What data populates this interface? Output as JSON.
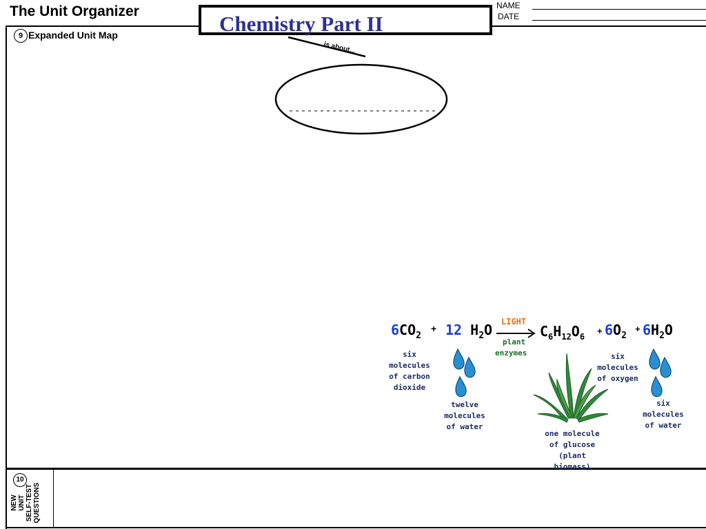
{
  "header": {
    "app_title": "The Unit Organizer",
    "unit_title": "Chemistry Part II",
    "name_label": "NAME",
    "date_label": "DATE",
    "unit_title_color": "#2e3192"
  },
  "map_section": {
    "number": "9",
    "label": "Expanded Unit Map",
    "connector_label": "is about..."
  },
  "equation": {
    "reactant1_coef": "6",
    "reactant1": "CO",
    "reactant1_sub": "2",
    "plus1": "+",
    "reactant2_coef": "12",
    "reactant2": "H",
    "reactant2_sub": "2",
    "reactant2_tail": "O",
    "arrow_top": "LIGHT",
    "arrow_bottom_1": "plant",
    "arrow_bottom_2": "enzymes",
    "product1_parts": [
      "C",
      "6",
      "H",
      "12",
      "O",
      "6"
    ],
    "plus2": "+",
    "product2_coef": "6",
    "product2": "O",
    "product2_sub": "2",
    "plus3": "+",
    "product3_coef": "6",
    "product3": "H",
    "product3_sub": "2",
    "product3_tail": "O",
    "caption_co2": [
      "six",
      "molecules",
      "of carbon",
      "dioxide"
    ],
    "caption_water_in": [
      "twelve",
      "molecules",
      "of water"
    ],
    "caption_glucose": [
      "one molecule",
      "of glucose",
      "(plant biomass)"
    ],
    "caption_oxygen": [
      "six",
      "molecules",
      "of oxygen"
    ],
    "caption_water_out": [
      "six",
      "molecules",
      "of water"
    ],
    "coef_color": "#1a3fd6",
    "light_color": "#e8731c",
    "enzyme_color": "#1a6b2a",
    "caption_color": "#1c2a66",
    "drop_color": "#2a8fd0",
    "plant_color": "#2f8a3a"
  },
  "questions_section": {
    "number": "10",
    "label_lines": [
      "NEW",
      "UNIT",
      "SELF-TEST",
      "QUESTIONS"
    ]
  }
}
